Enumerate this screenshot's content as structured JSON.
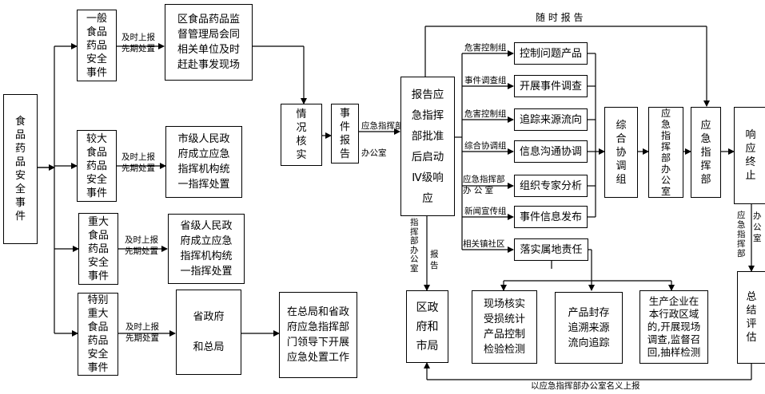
{
  "nodes": {
    "food_safety_event": "食\n品\n药\n品\n安\n全\n事\n件",
    "general_event": "一般\n食品\n药品\n安全\n事件",
    "major_event": "较大\n食品\n药品\n安全\n事件",
    "serious_event": "重大\n食品\n药品\n安全\n事件",
    "especially_serious_event": "特别\n重大\n食品\n药品\n安全\n事件",
    "district_response": "区食品药品监\n督管理局会同\n相关单位及时\n赶赴事发现场",
    "city_response": "市级人民政\n府成立应急\n指挥机构统\n一指挥处置",
    "province_response": "省级人民政\n府成立应急\n指挥机构统\n一指挥处置",
    "provincial_gov": "省政府\n\n和总局",
    "national_response": "在总局和省政\n府应急指挥部\n门领导下开展\n应急处置工作",
    "verify_situation": "情\n况\n核\n实",
    "event_report": "事\n件\n报\n告",
    "command_approval": "报告应\n急指挥\n部批准\n后启动\nⅣ级响\n应",
    "control_products": "控制问题产品",
    "investigate_event": "开展事件调查",
    "trace_source": "追踪来源流向",
    "info_coordination": "信息沟通协调",
    "expert_analysis": "组织专家分析",
    "publish_info": "事件信息发布",
    "local_duty": "落实属地责任",
    "coord_group": "综\n合\n协\n调\n组",
    "command_office": "应急指挥部办公室",
    "command_hq": "应\n急\n指\n挥\n部",
    "response_end": "响\n应\n终\n止",
    "summary_eval": "总\n结\n评\n估",
    "district_gov": "区政\n府和\n市局",
    "field_verify": "现场核实\n受损统计\n产品控制\n检验检测",
    "product_seal": "产品封存\n追溯来源\n流向追踪",
    "enterprise_recall": "生产企业在\n本行政区域\n的,开展现场\n调查,监督召\n回,抽样检测"
  },
  "labels": {
    "report_dispose_1": "及时上报\n先期处置",
    "report_dispose_2": "及时上报\n先期处置",
    "report_dispose_3": "及时上报\n先期处置",
    "report_dispose_4": "及时上报\n先期处置",
    "command_office_label": "应急指挥部\n办公室",
    "report_anytime": "随  时  报  告",
    "group_control": "危害控制组",
    "group_investigate": "事件调查组",
    "group_trace": "危害控制组",
    "group_coord": "综合协调组",
    "group_expert": "应急指挥部\n办 公 室",
    "group_news": "新闻宣传组",
    "group_local": "相关镇社区",
    "left_office_vert": "指\n挥\n部\n办\n公\n室",
    "report_vert": "报\n告",
    "right_office_vert": "应\n急\n指\n挥\n部",
    "right_office2_vert": "办\n公\n室",
    "bottom_report": "以应急指挥部办公室名义上报"
  }
}
